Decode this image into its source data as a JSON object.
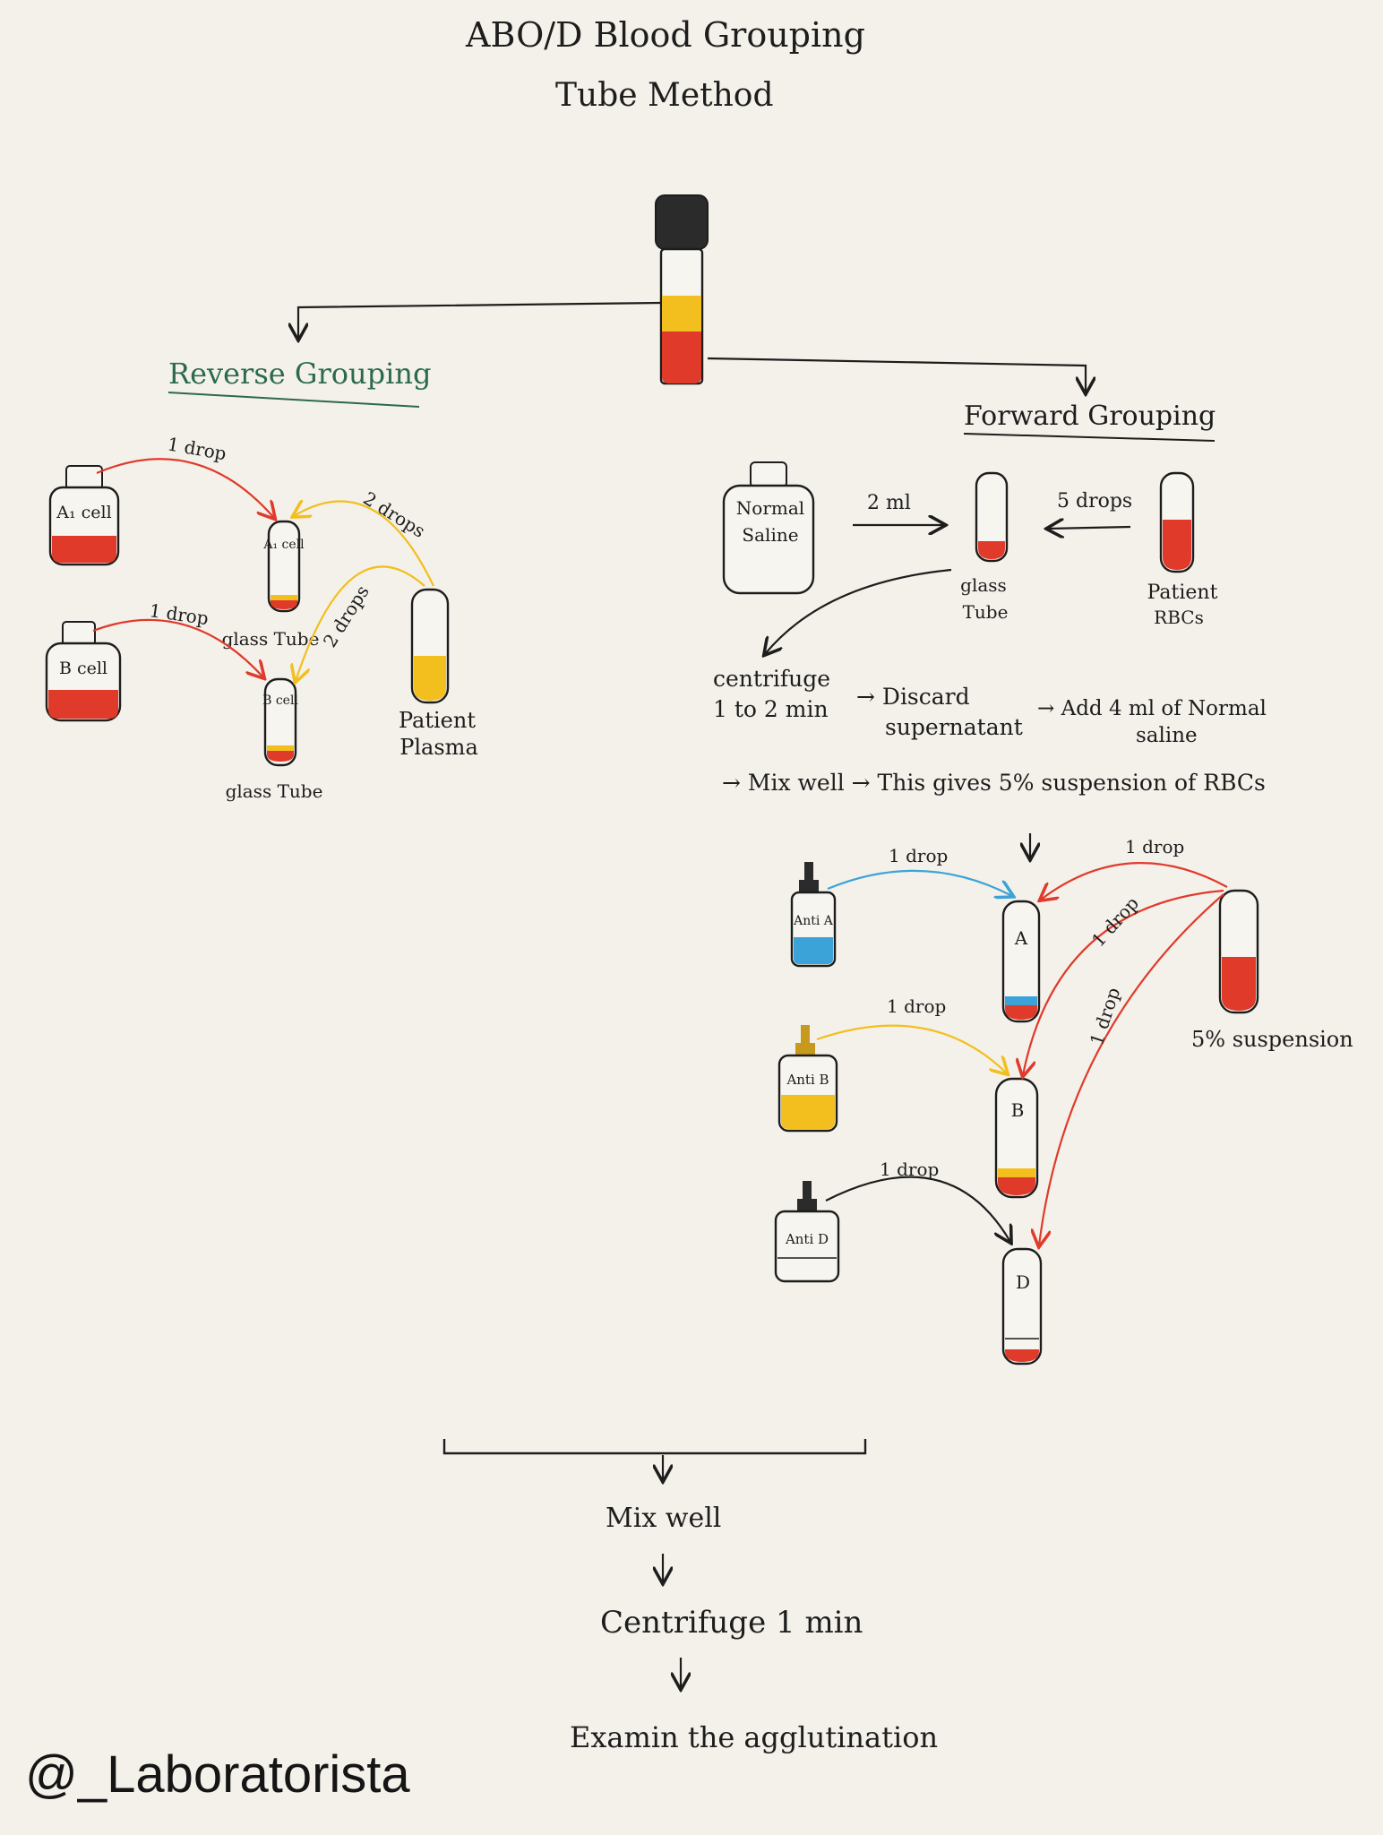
{
  "title": "ABO/D Blood Grouping",
  "subtitle": "Tube Method",
  "colors": {
    "paper": "#f4f1ea",
    "ink": "#1d1d1d",
    "red": "#e03a2b",
    "yellow": "#f2bf1e",
    "blue": "#3ca3d8",
    "green_title": "#2b6a4c",
    "cap_black": "#2b2b2b"
  },
  "reverse": {
    "heading": "Reverse Grouping",
    "a1_bottle": "A₁ cell",
    "b_bottle": "B cell",
    "a1_drop": "1 drop",
    "b_drop": "1 drop",
    "plasma_drop_top": "2 drops",
    "plasma_drop_bottom": "2 drops",
    "tube_a1_label": "A₁ cell",
    "tube_b_label": "B cell",
    "glass_tube_1": "glass Tube",
    "glass_tube_2": "glass Tube",
    "plasma_label_1": "Patient",
    "plasma_label_2": "Plasma"
  },
  "forward": {
    "heading": "Forward Grouping",
    "saline_1": "Normal",
    "saline_2": "Saline",
    "saline_volume": "2 ml",
    "rbc_drops": "5 drops",
    "glass_tube_1": "glass",
    "glass_tube_2": "Tube",
    "rbc_1": "Patient",
    "rbc_2": "RBCs",
    "step_centrifuge_1": "centrifuge",
    "step_centrifuge_2": "1 to 2 min",
    "step_discard_1": "→ Discard",
    "step_discard_2": "supernatant",
    "step_add_1": "→ Add 4 ml of Normal",
    "step_add_2": "saline",
    "step_mix": "→ Mix well → This gives 5% suspension of RBCs",
    "anti_a": "Anti A",
    "anti_b": "Anti B",
    "anti_d": "Anti D",
    "drop_a": "1 drop",
    "drop_b": "1 drop",
    "drop_d": "1 drop",
    "susp_drop_a": "1 drop",
    "susp_drop_b": "1 drop",
    "susp_drop_d": "1 drop",
    "tube_a": "A",
    "tube_b": "B",
    "tube_d": "D",
    "suspension_label": "5% suspension"
  },
  "final": {
    "mix": "Mix well",
    "centrifuge": "Centrifuge 1 min",
    "examine": "Examin the agglutination"
  },
  "watermark": "@_Laboratorista"
}
